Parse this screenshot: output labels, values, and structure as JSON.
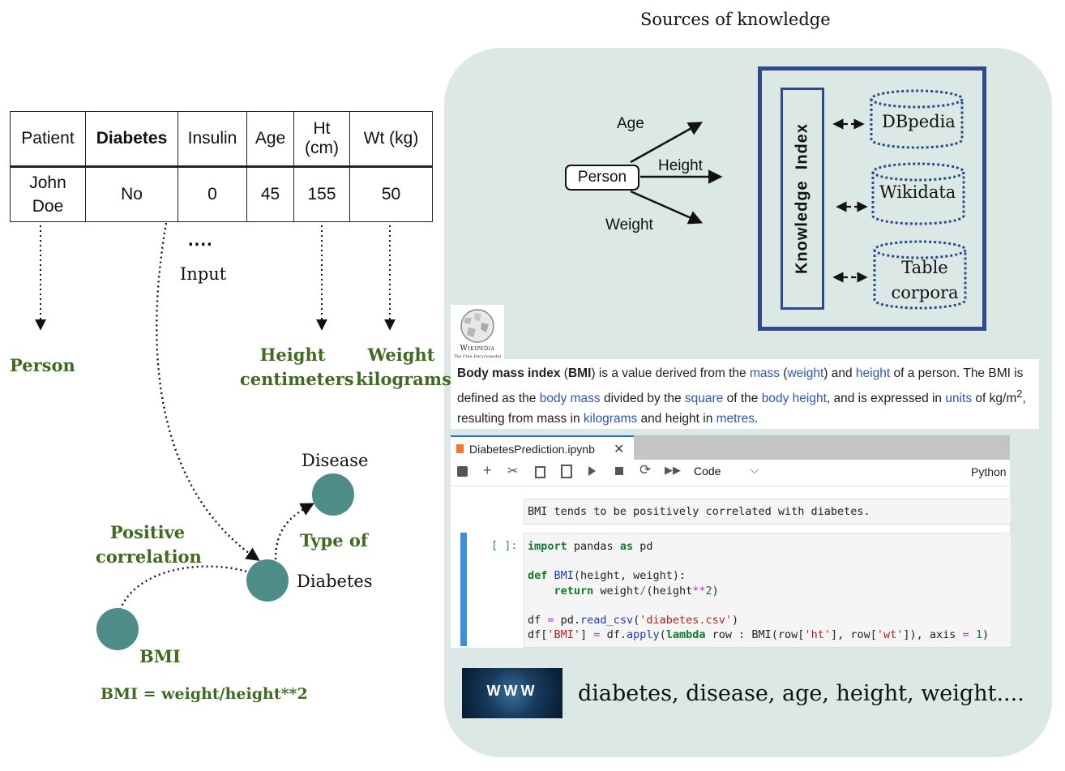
{
  "title": "Sources of knowledge",
  "table": {
    "headers": [
      "Patient",
      "Diabetes",
      "Insulin",
      "Age",
      "Ht\n(cm)",
      "Wt (kg)"
    ],
    "row": [
      "John\nDoe",
      "No",
      "0",
      "45",
      "155",
      "50"
    ]
  },
  "input_dots": "....",
  "input_label": "Input",
  "mapped_types": {
    "person": "Person",
    "height": "Height\ncentimeters",
    "weight": "Weight\nkilograms"
  },
  "graph": {
    "disease": "Disease",
    "type_of": "Type of",
    "diabetes": "Diabetes",
    "positive_correlation": "Positive\ncorrelation",
    "bmi": "BMI",
    "bmi_formula": "BMI = weight/height**2"
  },
  "schema": {
    "person": "Person",
    "age": "Age",
    "height": "Height",
    "weight": "Weight"
  },
  "knowledge_index": {
    "label": "Knowledge  Index",
    "sources": [
      "DBpedia",
      "Wikidata",
      "Table\ncorpora"
    ]
  },
  "wikipedia": {
    "logo_text": "Wikipedia",
    "logo_sub": "The Free Encyclopedia",
    "text_parts": [
      {
        "t": "Body mass index",
        "s": "b"
      },
      {
        "t": " (",
        "s": ""
      },
      {
        "t": "BMI",
        "s": "b"
      },
      {
        "t": ") is a value derived from the ",
        "s": ""
      },
      {
        "t": "mass",
        "s": "l"
      },
      {
        "t": " (",
        "s": ""
      },
      {
        "t": "weight",
        "s": "l"
      },
      {
        "t": ") and ",
        "s": ""
      },
      {
        "t": "height",
        "s": "l"
      },
      {
        "t": " of a person. The BMI is defined as the ",
        "s": ""
      },
      {
        "t": "body mass",
        "s": "l"
      },
      {
        "t": " divided by the ",
        "s": ""
      },
      {
        "t": "square",
        "s": "l"
      },
      {
        "t": " of the ",
        "s": ""
      },
      {
        "t": "body height",
        "s": "l"
      },
      {
        "t": ", and is expressed in ",
        "s": ""
      },
      {
        "t": "units",
        "s": "l"
      },
      {
        "t": " of kg/m",
        "s": ""
      },
      {
        "t": "2",
        "s": "sup"
      },
      {
        "t": ", resulting from mass in ",
        "s": ""
      },
      {
        "t": "kilograms",
        "s": "l"
      },
      {
        "t": " and height in ",
        "s": ""
      },
      {
        "t": "metres",
        "s": "l"
      },
      {
        "t": ".",
        "s": ""
      }
    ]
  },
  "notebook": {
    "tab_title": "DiabetesPrediction.ipynb",
    "cell_type": "Code",
    "kernel": "Python",
    "markdown": "BMI tends to be positively correlated with diabetes.",
    "prompt": "[ ]:",
    "code_lines": [
      [
        {
          "t": "import",
          "c": "kw"
        },
        {
          "t": " pandas ",
          "c": ""
        },
        {
          "t": "as",
          "c": "kw"
        },
        {
          "t": " pd",
          "c": ""
        }
      ],
      [],
      [
        {
          "t": "def",
          "c": "kw"
        },
        {
          "t": " ",
          "c": ""
        },
        {
          "t": "BMI",
          "c": "fn"
        },
        {
          "t": "(height, weight):",
          "c": ""
        }
      ],
      [
        {
          "t": "    ",
          "c": ""
        },
        {
          "t": "return",
          "c": "kw"
        },
        {
          "t": " weight",
          "c": ""
        },
        {
          "t": "/",
          "c": "op"
        },
        {
          "t": "(height",
          "c": ""
        },
        {
          "t": "**",
          "c": "op"
        },
        {
          "t": "2",
          "c": "num"
        },
        {
          "t": ")",
          "c": ""
        }
      ],
      [],
      [
        {
          "t": "df ",
          "c": ""
        },
        {
          "t": "=",
          "c": "op"
        },
        {
          "t": " pd.",
          "c": ""
        },
        {
          "t": "read_csv",
          "c": "fn"
        },
        {
          "t": "(",
          "c": ""
        },
        {
          "t": "'diabetes.csv'",
          "c": "str"
        },
        {
          "t": ")",
          "c": ""
        }
      ],
      [
        {
          "t": "df[",
          "c": ""
        },
        {
          "t": "'BMI'",
          "c": "str"
        },
        {
          "t": "] ",
          "c": ""
        },
        {
          "t": "=",
          "c": "op"
        },
        {
          "t": " df.",
          "c": ""
        },
        {
          "t": "apply",
          "c": "fn"
        },
        {
          "t": "(",
          "c": ""
        },
        {
          "t": "lambda",
          "c": "kw"
        },
        {
          "t": " row : BMI(row[",
          "c": ""
        },
        {
          "t": "'ht'",
          "c": "str"
        },
        {
          "t": "], row[",
          "c": ""
        },
        {
          "t": "'wt'",
          "c": "str"
        },
        {
          "t": "]), axis ",
          "c": ""
        },
        {
          "t": "=",
          "c": "op"
        },
        {
          "t": " ",
          "c": ""
        },
        {
          "t": "1",
          "c": "num"
        },
        {
          "t": ")",
          "c": ""
        }
      ]
    ]
  },
  "web": {
    "icon_text": "WWW",
    "keywords": "diabetes, disease, age, height, weight...."
  }
}
